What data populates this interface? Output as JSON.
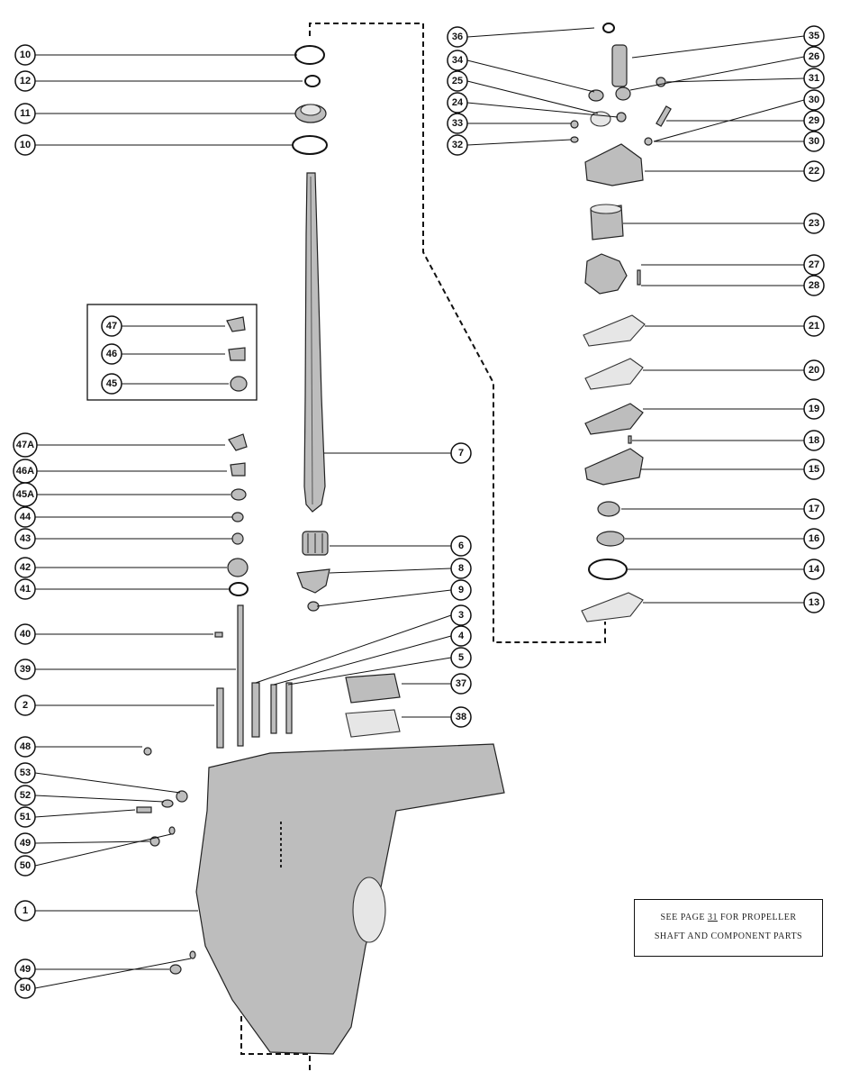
{
  "callouts": [
    {
      "label": "10"
    },
    {
      "label": "12"
    },
    {
      "label": "11"
    },
    {
      "label": "10"
    },
    {
      "label": "47"
    },
    {
      "label": "46"
    },
    {
      "label": "45"
    },
    {
      "label": "47A"
    },
    {
      "label": "46A"
    },
    {
      "label": "45A"
    },
    {
      "label": "44"
    },
    {
      "label": "43"
    },
    {
      "label": "42"
    },
    {
      "label": "41"
    },
    {
      "label": "40"
    },
    {
      "label": "39"
    },
    {
      "label": "2"
    },
    {
      "label": "48"
    },
    {
      "label": "53"
    },
    {
      "label": "52"
    },
    {
      "label": "51"
    },
    {
      "label": "49"
    },
    {
      "label": "50"
    },
    {
      "label": "1"
    },
    {
      "label": "49"
    },
    {
      "label": "50"
    },
    {
      "label": "7"
    },
    {
      "label": "6"
    },
    {
      "label": "8"
    },
    {
      "label": "9"
    },
    {
      "label": "3"
    },
    {
      "label": "4"
    },
    {
      "label": "5"
    },
    {
      "label": "37"
    },
    {
      "label": "38"
    },
    {
      "label": "36"
    },
    {
      "label": "34"
    },
    {
      "label": "25"
    },
    {
      "label": "24"
    },
    {
      "label": "33"
    },
    {
      "label": "32"
    },
    {
      "label": "35"
    },
    {
      "label": "26"
    },
    {
      "label": "31"
    },
    {
      "label": "30"
    },
    {
      "label": "29"
    },
    {
      "label": "30"
    },
    {
      "label": "22"
    },
    {
      "label": "23"
    },
    {
      "label": "27"
    },
    {
      "label": "28"
    },
    {
      "label": "21"
    },
    {
      "label": "20"
    },
    {
      "label": "19"
    },
    {
      "label": "18"
    },
    {
      "label": "15"
    },
    {
      "label": "17"
    },
    {
      "label": "16"
    },
    {
      "label": "14"
    },
    {
      "label": "13"
    }
  ],
  "note": {
    "prefix": "SEE PAGE ",
    "page": "31",
    "suffix": " FOR PROPELLER",
    "line2": "SHAFT AND COMPONENT PARTS"
  }
}
